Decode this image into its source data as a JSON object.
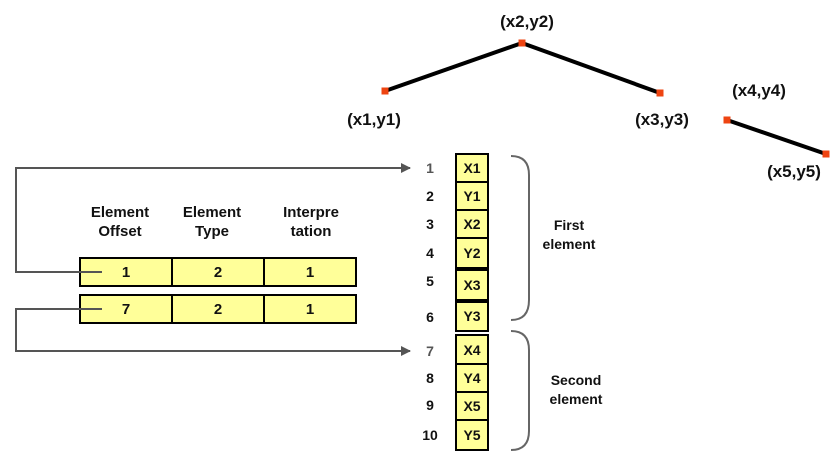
{
  "points": [
    {
      "id": "p1",
      "label": "(x1,y1)"
    },
    {
      "id": "p2",
      "label": "(x2,y2)"
    },
    {
      "id": "p3",
      "label": "(x3,y3)"
    },
    {
      "id": "p4",
      "label": "(x4,y4)"
    },
    {
      "id": "p5",
      "label": "(x5,y5)"
    }
  ],
  "table": {
    "headers": [
      {
        "line1": "Element",
        "line2": "Offset"
      },
      {
        "line1": "Element",
        "line2": "Type"
      },
      {
        "line1": "Interpre",
        "line2": "tation"
      }
    ],
    "rows": [
      [
        "1",
        "2",
        "1"
      ],
      [
        "7",
        "2",
        "1"
      ]
    ]
  },
  "coords": [
    {
      "index": "1",
      "value": "X1"
    },
    {
      "index": "2",
      "value": "Y1"
    },
    {
      "index": "3",
      "value": "X2"
    },
    {
      "index": "4",
      "value": "Y2"
    },
    {
      "index": "5",
      "value": "X3"
    },
    {
      "index": "6",
      "value": "Y3"
    },
    {
      "index": "7",
      "value": "X4"
    },
    {
      "index": "8",
      "value": "Y4"
    },
    {
      "index": "9",
      "value": "X5"
    },
    {
      "index": "10",
      "value": "Y5"
    }
  ],
  "groups": [
    {
      "line1": "First",
      "line2": "element"
    },
    {
      "line1": "Second",
      "line2": "element"
    }
  ],
  "colors": {
    "cell_fill": "#ffff99",
    "vertex": "#ee4411",
    "connector": "#555555"
  }
}
